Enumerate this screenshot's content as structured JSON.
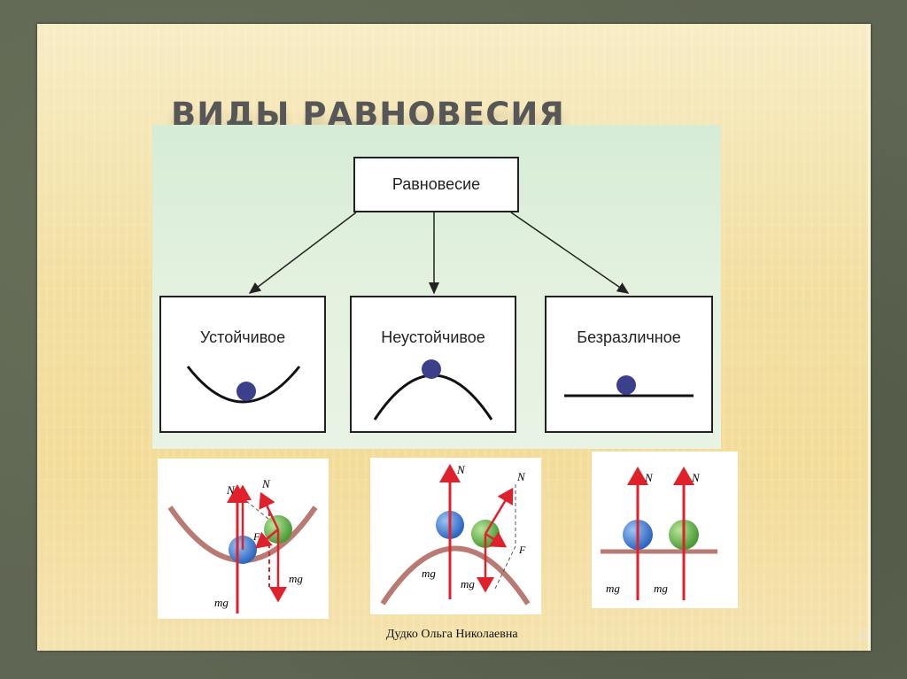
{
  "slide": {
    "title": "Виды равновесия",
    "author": "Дудко Ольга Николаевна",
    "page_number": "6"
  },
  "diagram": {
    "root": "Равновесие",
    "types": [
      {
        "label": "Устойчивое",
        "shape": "concave-bowl"
      },
      {
        "label": "Неустойчивое",
        "shape": "convex-hill"
      },
      {
        "label": "Безразличное",
        "shape": "flat-surface"
      }
    ]
  },
  "force_labels": {
    "normal": "N",
    "gravity": "mg",
    "resultant": "F"
  },
  "colors": {
    "arrow": "#e0202a",
    "surface": "#b87a72",
    "ball_blue": "#3a7bd5",
    "ball_green": "#5fb84a",
    "ball_navy": "#3b3f8c"
  }
}
